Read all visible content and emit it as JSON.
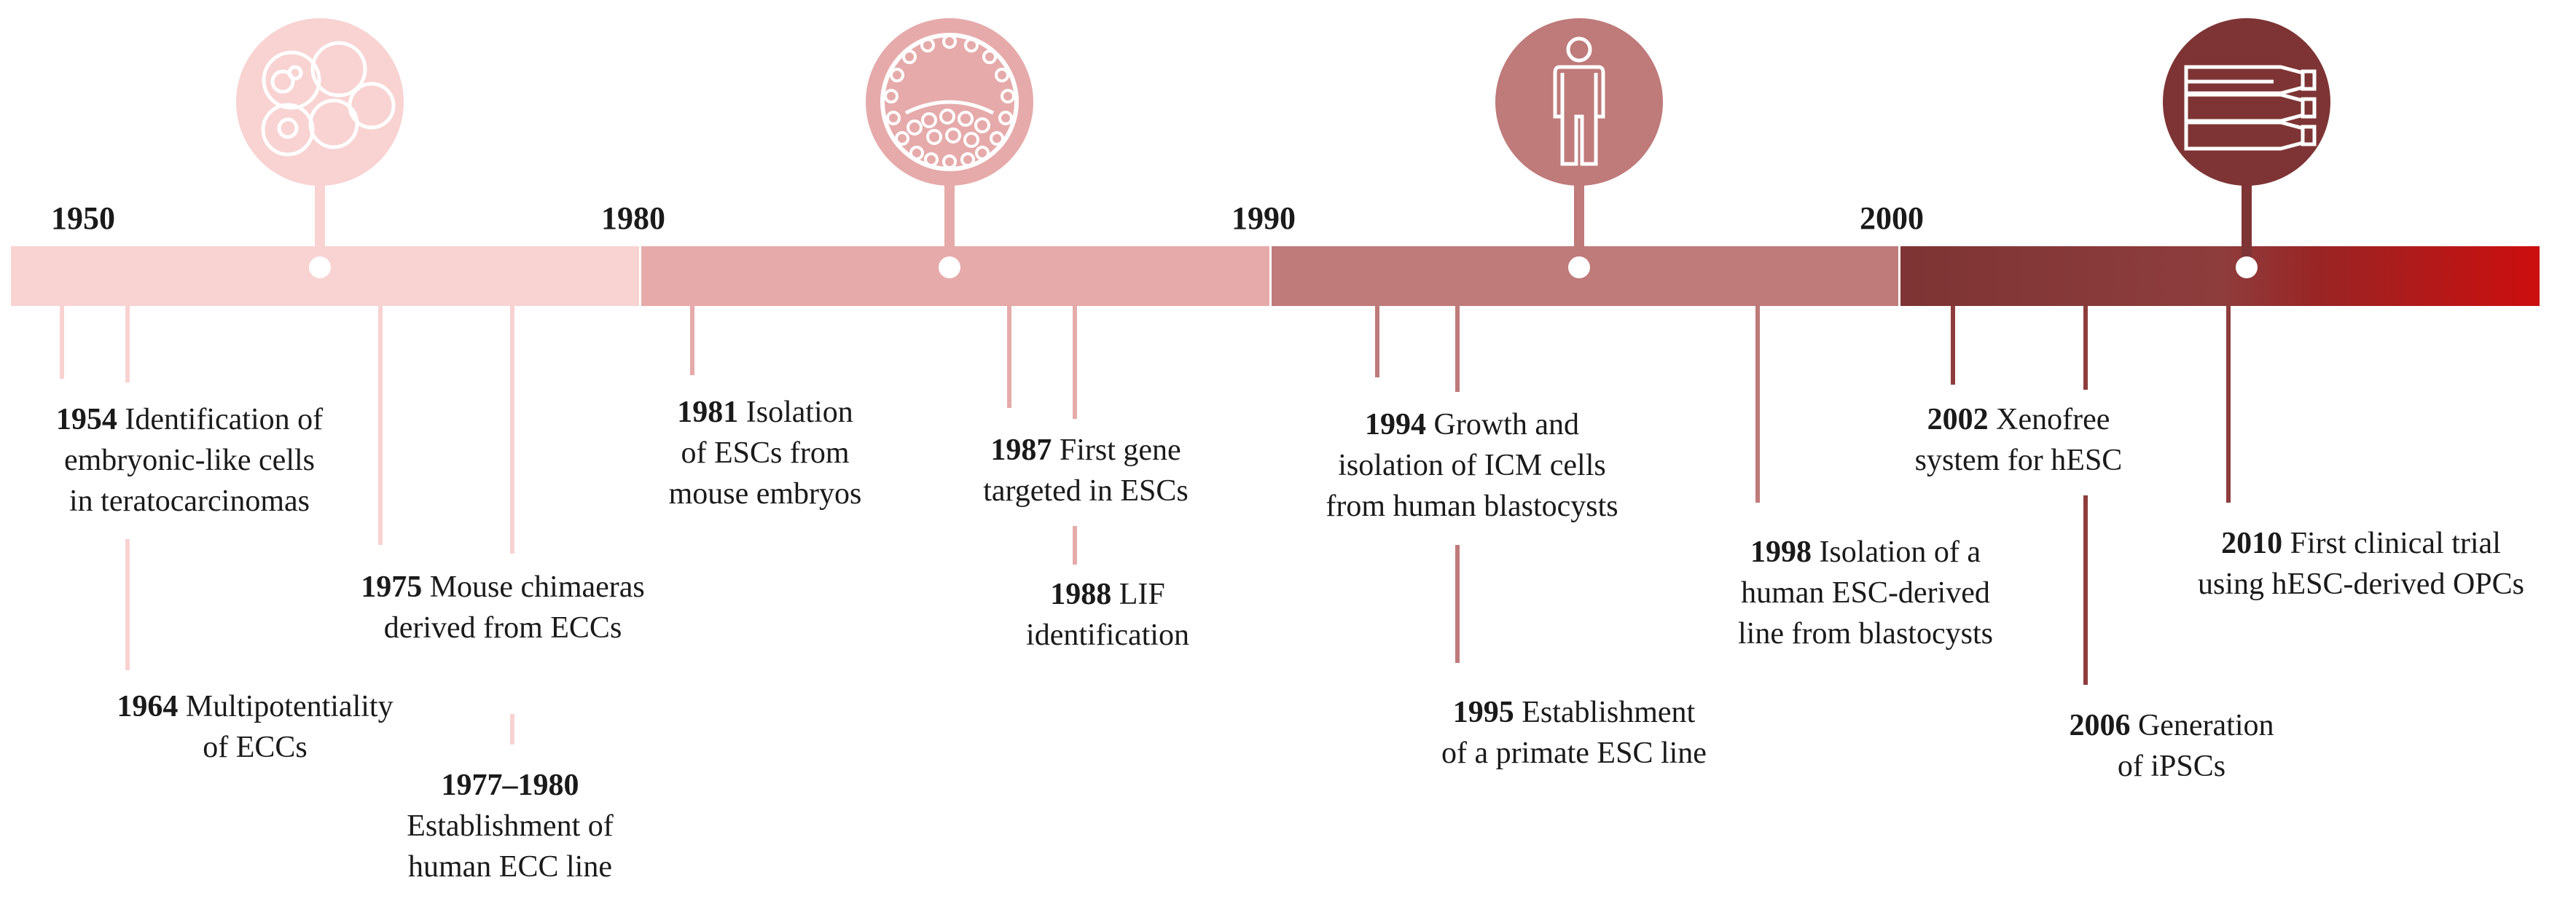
{
  "decades": [
    "1950",
    "1980",
    "1990",
    "2000"
  ],
  "colors": {
    "segment_1950s": "#f9d2d2",
    "segment_1980s": "#e6aaaa",
    "segment_1990s": "#bf7a7a",
    "segment_2000s": "#8e3d3d",
    "gradient_end": "#cc0e0e"
  },
  "icons": [
    "cell-cluster-icon",
    "blastocyst-icon",
    "human-figure-icon",
    "cell-culture-flasks-icon"
  ],
  "events": [
    {
      "year": "1954",
      "text": [
        "Identification of",
        "embryonic-like cells",
        "in teratocarcinomas"
      ]
    },
    {
      "year": "1964",
      "text": [
        "Multipotentiality",
        "of ECCs"
      ]
    },
    {
      "year": "1975",
      "text": [
        "Mouse chimaeras",
        "derived from ECCs"
      ]
    },
    {
      "year": "1977–1980",
      "text": [
        "Establishment of",
        "human ECC line"
      ]
    },
    {
      "year": "1981",
      "text": [
        "Isolation",
        "of ESCs from",
        "mouse embryos"
      ]
    },
    {
      "year": "1987",
      "text": [
        "First gene",
        "targeted in ESCs"
      ]
    },
    {
      "year": "1988",
      "text": [
        "LIF",
        "identification"
      ]
    },
    {
      "year": "1994",
      "text": [
        "Growth and",
        "isolation of ICM cells",
        "from human blastocysts"
      ]
    },
    {
      "year": "1995",
      "text": [
        "Establishment",
        "of a primate ESC line"
      ]
    },
    {
      "year": "1998",
      "text": [
        "Isolation of a",
        "human ESC-derived",
        "line from blastocysts"
      ]
    },
    {
      "year": "2002",
      "text": [
        "Xenofree",
        "system for hESC"
      ]
    },
    {
      "year": "2006",
      "text": [
        "Generation",
        "of iPSCs"
      ]
    },
    {
      "year": "2010",
      "text": [
        "First clinical trial",
        "using hESC-derived OPCs"
      ]
    }
  ]
}
